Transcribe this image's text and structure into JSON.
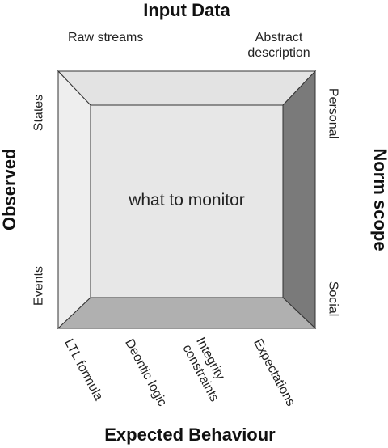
{
  "top_title": "Input Data",
  "bottom_title": "Expected Behaviour",
  "left_title": "Observed",
  "right_title": "Norm scope",
  "center_label": "what to monitor",
  "top_labels": {
    "raw": "Raw streams",
    "abstract_line1": "Abstract",
    "abstract_line2": "description"
  },
  "left_labels": {
    "states": "States",
    "events": "Events"
  },
  "right_labels": {
    "personal": "Personal",
    "social": "Social"
  },
  "bottom_labels": {
    "ltl": "LTL formula",
    "deontic": "Deontic logic",
    "integrity_line1": "Integrity",
    "integrity_line2": "constraints",
    "expectations": "Expectations"
  },
  "colors": {
    "top_face": "#e3e3e3",
    "left_face": "#eeeeee",
    "right_face": "#7a7a7a",
    "bottom_face": "#b0b0b0",
    "center_face": "#e7e7e7",
    "stroke": "#333333"
  }
}
